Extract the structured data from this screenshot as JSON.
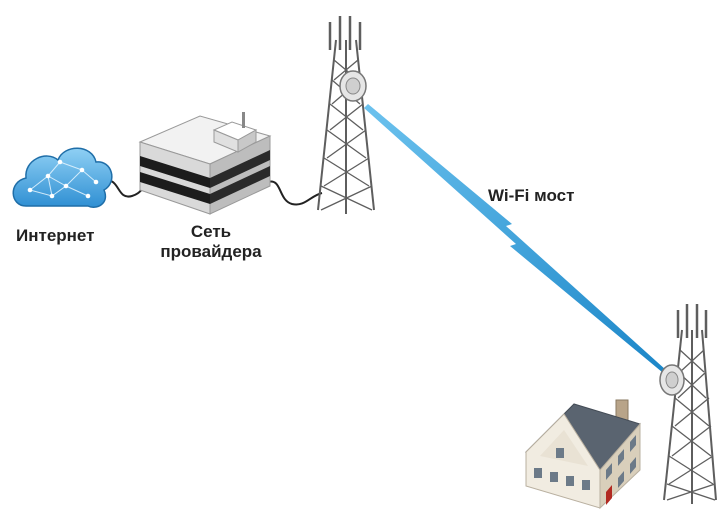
{
  "labels": {
    "internet": "Интернет",
    "provider_line1": "Сеть",
    "provider_line2": "провайдера",
    "wifi_bridge": "Wi-Fi мост"
  },
  "colors": {
    "cloud": "#4aa6e0",
    "wireless_link": "#1f8fd0",
    "server_dark": "#1c1c1c",
    "house_roof": "#5a6470",
    "house_wall": "#e4dccb",
    "tower": "#5e5e5e"
  },
  "icons": [
    "cloud-network-icon",
    "server-icon",
    "radio-tower-icon",
    "house-icon",
    "lightning-link-icon"
  ]
}
